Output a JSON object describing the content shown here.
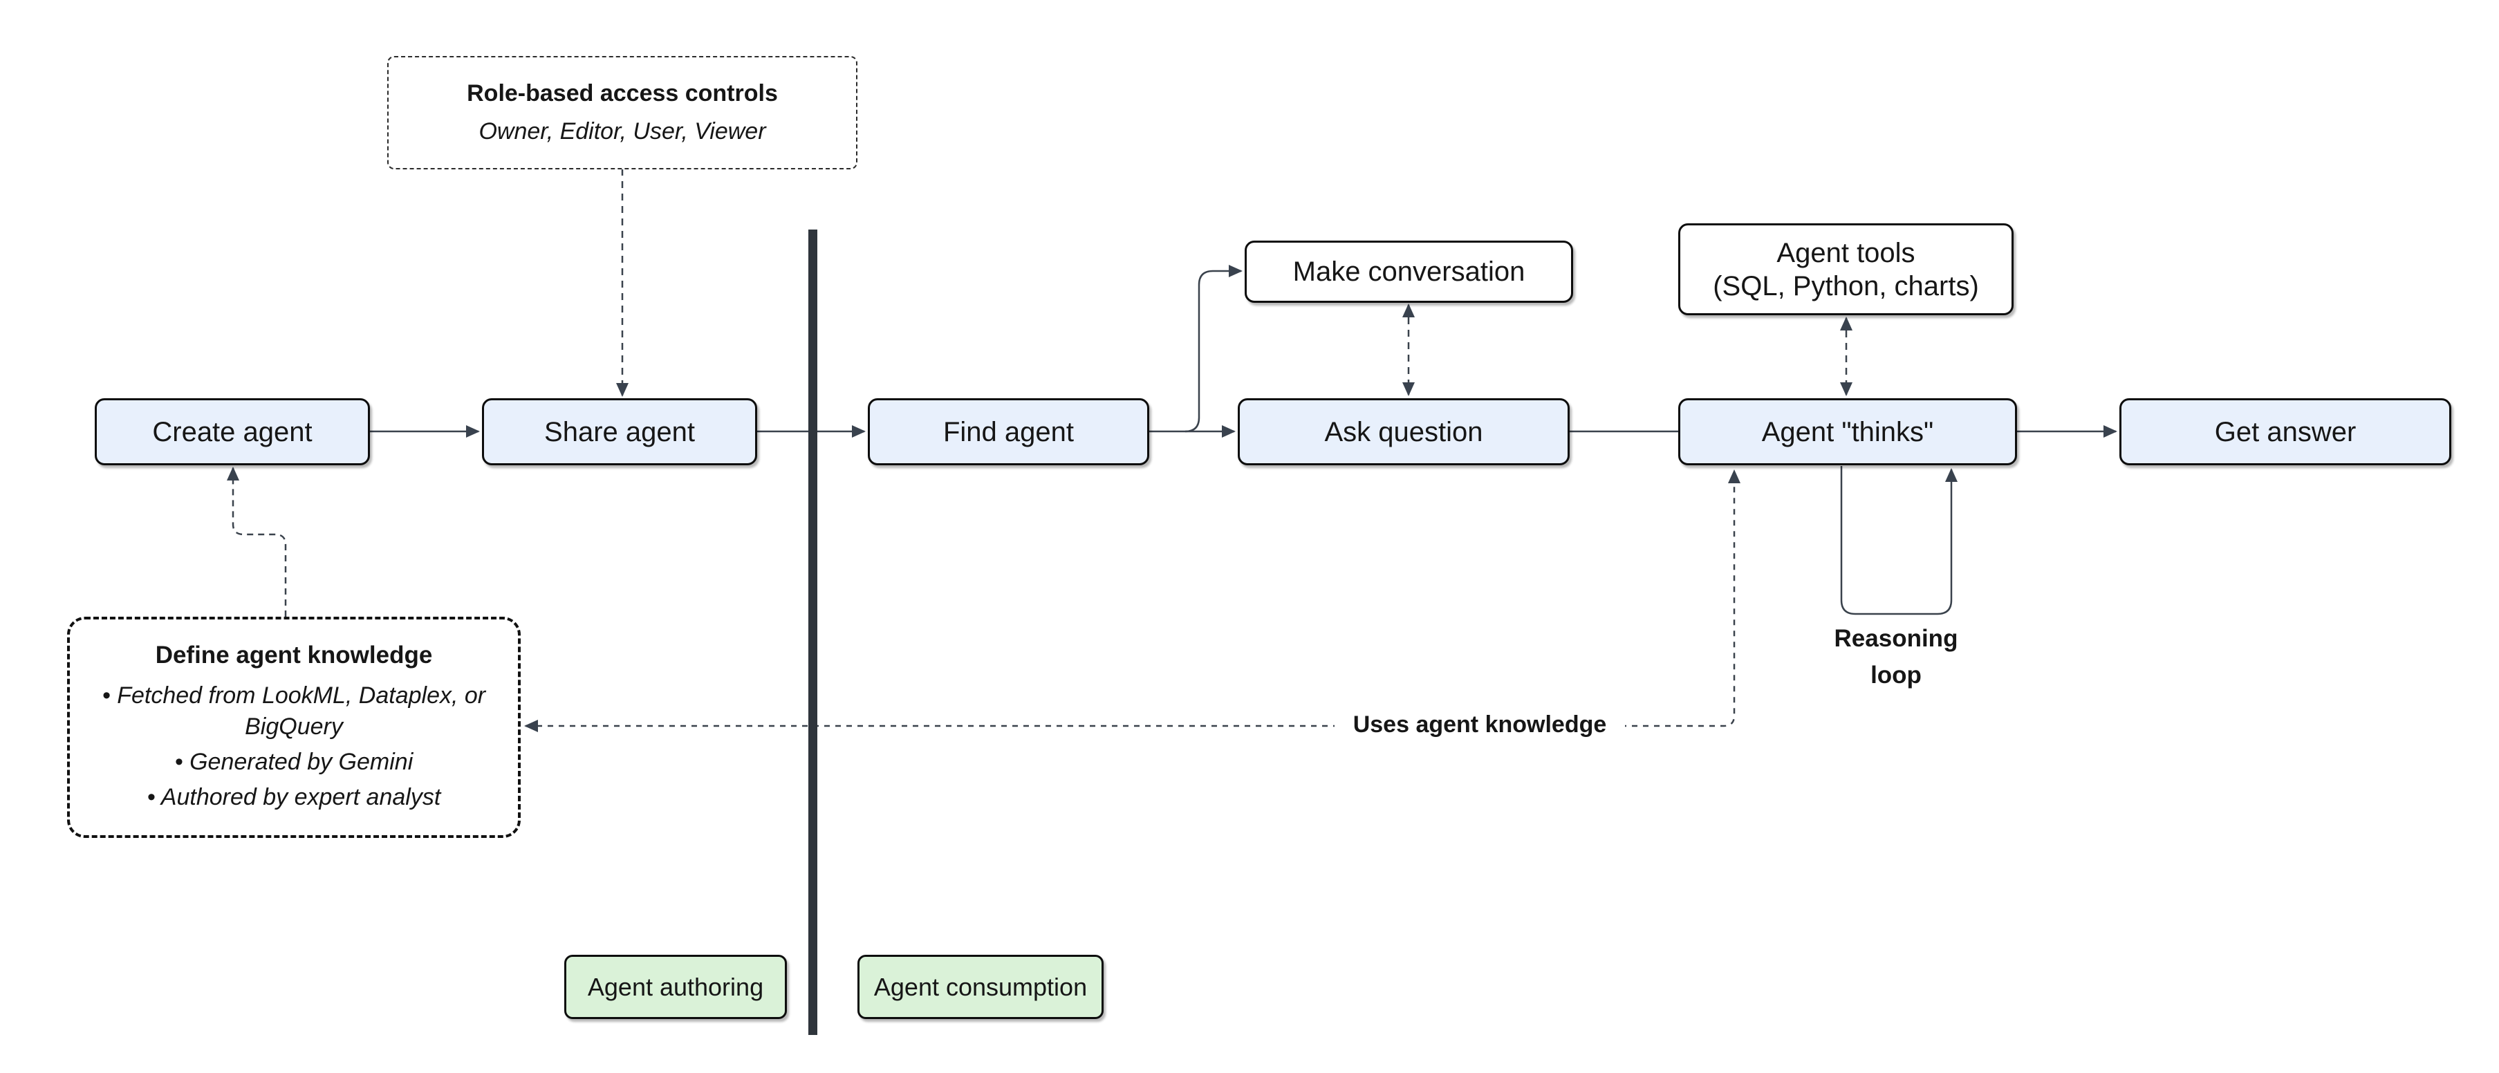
{
  "diagram": {
    "nodes": {
      "create_agent": {
        "label": "Create agent"
      },
      "share_agent": {
        "label": "Share agent"
      },
      "find_agent": {
        "label": "Find agent"
      },
      "ask_question": {
        "label": "Ask question"
      },
      "agent_thinks": {
        "label": "Agent \"thinks\""
      },
      "get_answer": {
        "label": "Get answer"
      },
      "make_conversation": {
        "label": "Make conversation"
      },
      "agent_tools": {
        "line1": "Agent tools",
        "line2": "(SQL, Python, charts)"
      },
      "role_based_access": {
        "title": "Role-based access controls",
        "subtitle": "Owner, Editor, User, Viewer"
      },
      "define_agent_knowledge": {
        "title": "Define agent knowledge",
        "bullets": [
          "• Fetched from LookML, Dataplex, or BigQuery",
          "• Generated by Gemini",
          "• Authored by expert analyst"
        ]
      }
    },
    "edge_labels": {
      "uses_agent_knowledge": "Uses agent knowledge",
      "reasoning_loop": "Reasoning loop",
      "reasoning_loop_line1": "Reasoning",
      "reasoning_loop_line2": "loop"
    },
    "zone_labels": {
      "agent_authoring": "Agent authoring",
      "agent_consumption": "Agent consumption"
    },
    "colors": {
      "node_fill_blue": "#e8f0fc",
      "node_fill_white": "#ffffff",
      "zone_fill_green": "#daf2d8",
      "node_border": "#0d0d0d",
      "connector": "#3a424c",
      "arrowhead": "#39424e",
      "divider_bar": "#2f353c",
      "background": "#ffffff",
      "text": "#161616"
    }
  }
}
